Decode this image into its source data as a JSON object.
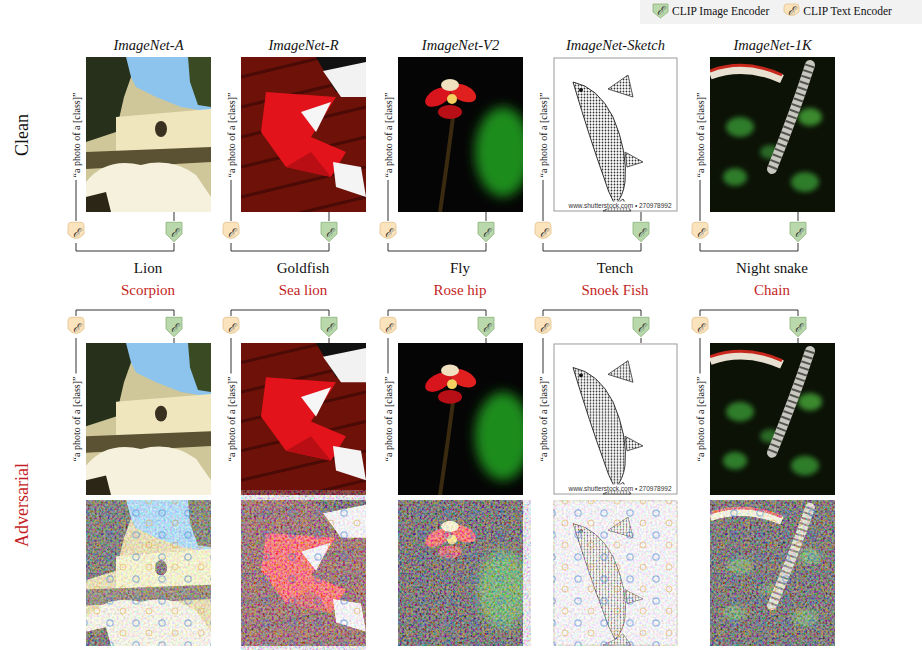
{
  "diagram": {
    "nodes": [
      {
        "text": [
          "ℰ"
        ]
      },
      {
        "text": [
          "ℰ"
        ]
      },
      {
        "text": [
          "ℰ"
        ]
      },
      {
        "text": [
          "ℰ"
        ]
      },
      {
        "text": [
          "ℰ"
        ]
      },
      {
        "text": [
          "ℰ"
        ]
      },
      {
        "text": [
          "ℰ"
        ]
      },
      {
        "text": [
          "ℰ"
        ]
      },
      {
        "text": [
          "ℰ"
        ]
      },
      {
        "text": [
          "ℰ"
        ]
      },
      {
        "text": [
          "ℰ"
        ]
      },
      {
        "text": [
          "ℰ"
        ]
      },
      {
        "text": [
          "ℰ"
        ]
      },
      {
        "text": [
          "ℰ"
        ]
      },
      {
        "text": [
          "ℰ"
        ]
      },
      {
        "text": [
          "ℰ"
        ]
      },
      {
        "text": [
          "ℰ"
        ]
      },
      {
        "text": [
          "ℰ"
        ]
      },
      {
        "text": [
          "ℰ"
        ]
      },
      {
        "text": [
          "ℰ"
        ]
      }
    ],
    "edges": [
      {
        "from": 0,
        "to": 1,
        "arrow": "none"
      },
      {
        "from": 2,
        "to": 3,
        "arrow": "none"
      },
      {
        "from": 4,
        "to": 5,
        "arrow": "none"
      },
      {
        "from": 6,
        "to": 7,
        "arrow": "none"
      },
      {
        "from": 8,
        "to": 9,
        "arrow": "none"
      },
      {
        "from": 10,
        "to": 11,
        "arrow": "none"
      },
      {
        "from": 12,
        "to": 13,
        "arrow": "none"
      },
      {
        "from": 14,
        "to": 15,
        "arrow": "none"
      },
      {
        "from": 16,
        "to": 17,
        "arrow": "none"
      },
      {
        "from": 18,
        "to": 19,
        "arrow": "none"
      }
    ],
    "labels": [
      "ImageNet-A",
      "ImageNet-R",
      "ImageNet-V2",
      "ImageNet-Sketch",
      "ImageNet-1K",
      "Clean",
      "“a photo of a [class]”",
      "“a photo of a [class]”",
      "“a photo of a [class]”",
      "“a photo of a [class]”",
      "“a photo of a [class]”",
      "www.shutterstock.com • 270978992",
      "Lion",
      "Goldfish",
      "Fly",
      "Tench",
      "Night snake",
      "Scorpion",
      "Sea lion",
      "Rose hip",
      "Snoek Fish",
      "Chain",
      "Adversarial",
      "“a photo of a [class]”",
      "“a photo of a [class]”",
      "“a photo of a [class]”",
      "“a photo of a [class]”",
      "“a photo of a [class]”",
      "www.shutterstock.com • 270978992",
      "ℰ",
      "ℰ"
    ],
    "legend": [
      {
        "text": "CLIP Image Encoder",
        "color": "#b9d8ab"
      },
      {
        "text": "CLIP Text Encoder",
        "color": "#fbe3bd"
      }
    ]
  }
}
